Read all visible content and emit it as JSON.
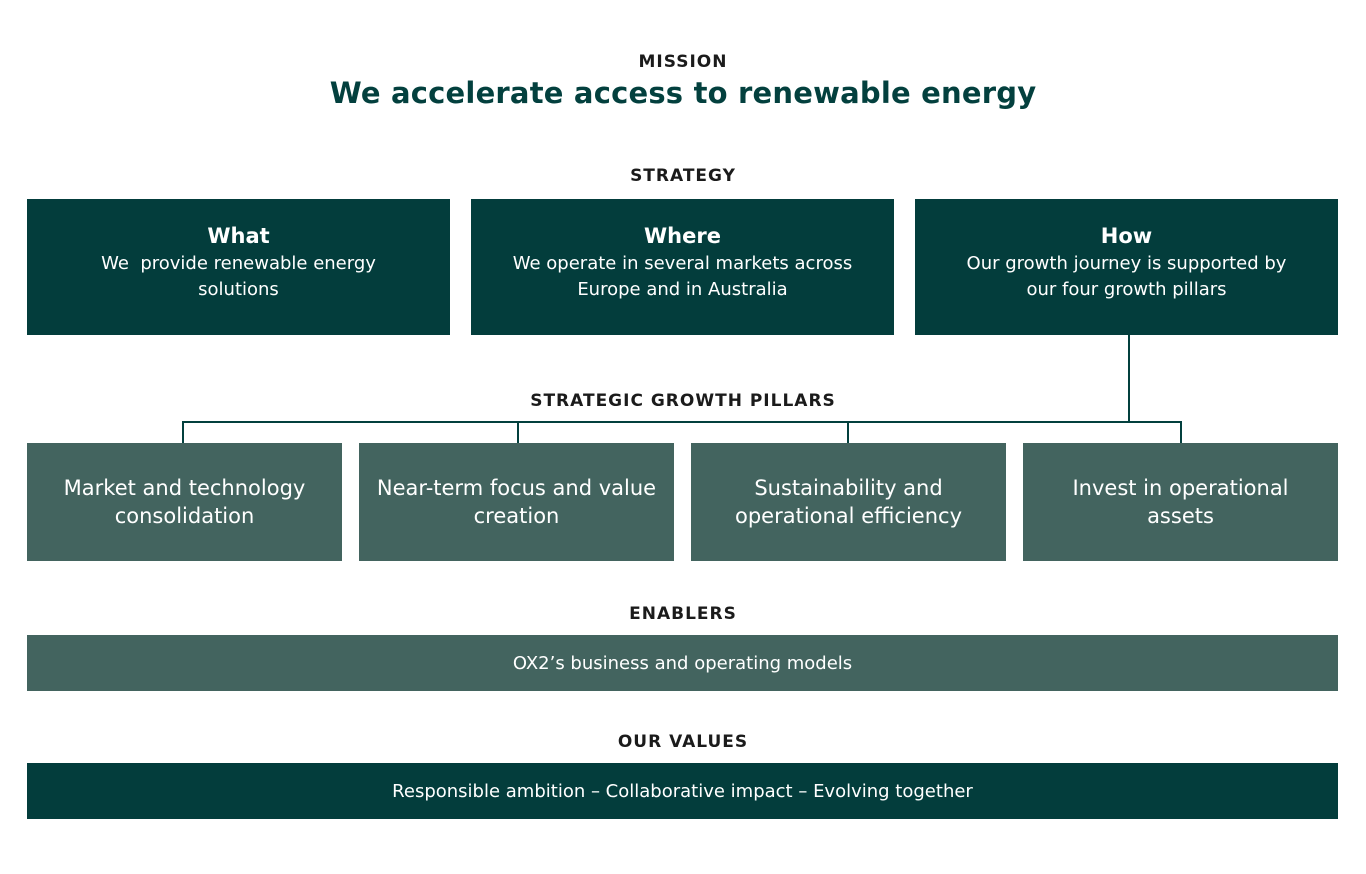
{
  "mission": {
    "label": "MISSION",
    "text": "We accelerate access to renewable energy"
  },
  "strategy": {
    "label": "STRATEGY",
    "items": [
      {
        "title": "What",
        "description": "We  provide renewable energy solutions"
      },
      {
        "title": "Where",
        "description": "We operate in several markets across Europe and in Australia"
      },
      {
        "title": "How",
        "description": "Our growth journey is supported by our four growth pillars"
      }
    ]
  },
  "pillars": {
    "label": "STRATEGIC GROWTH PILLARS",
    "items": [
      "Market and technology consolidation",
      "Near-term focus and value creation",
      "Sustainability and operational efficiency",
      "Invest in operational assets"
    ]
  },
  "enablers": {
    "label": "ENABLERS",
    "text": "OX2’s business and operating models"
  },
  "values": {
    "label": "OUR VALUES",
    "text": "Responsible ambition – Collaborative impact – Evolving together"
  },
  "colors": {
    "dark_green": "#033d3c",
    "muted_green": "#43645f",
    "heading_green": "#03403e"
  }
}
